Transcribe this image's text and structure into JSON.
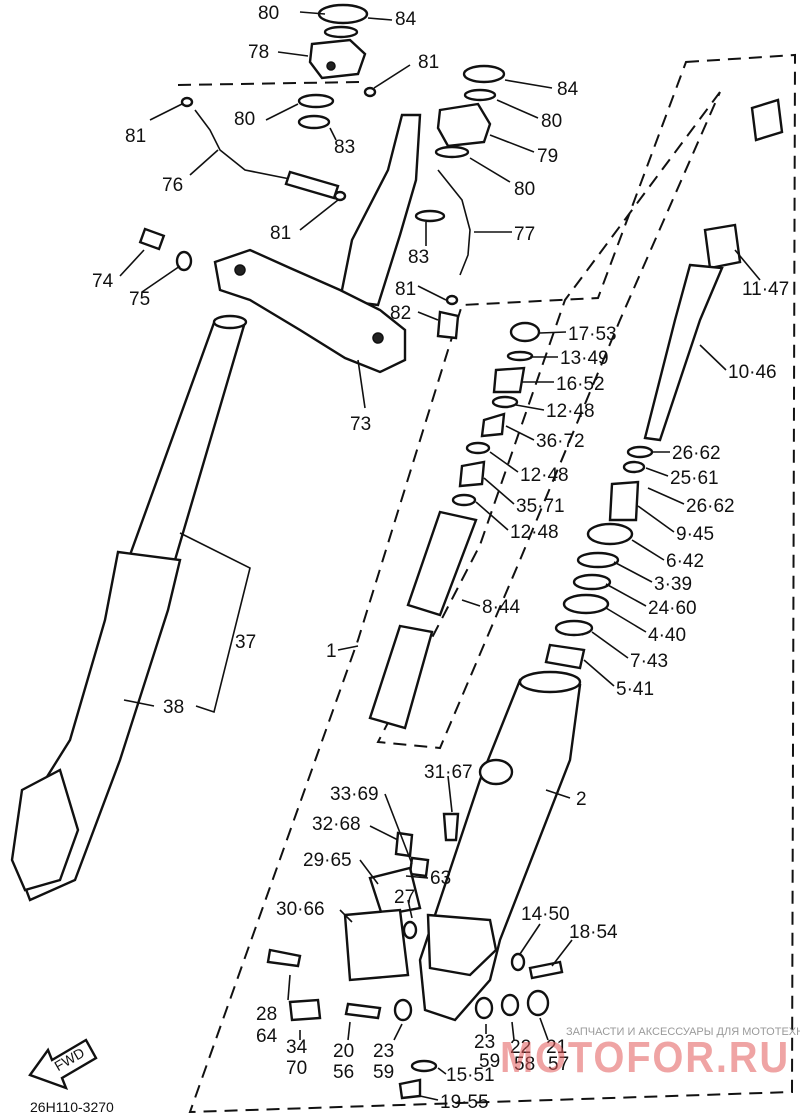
{
  "diagram_code": "26H110-3270",
  "watermark": {
    "caption": "ЗАПЧАСТИ И АКСЕССУАРЫ ДЛЯ МОТОТЕХНИКИ",
    "brand": "MOTOFOR.RU"
  },
  "fwd_label": "FWD",
  "callouts": {
    "c80a": "80",
    "c84a": "84",
    "c78": "78",
    "c81a": "81",
    "c84b": "84",
    "c81b": "81",
    "c80b": "80",
    "c80c": "80",
    "c83a": "83",
    "c79": "79",
    "c76": "76",
    "c80d": "80",
    "c81c": "81",
    "c77": "77",
    "c83b": "83",
    "c74": "74",
    "c75": "75",
    "c1147": "11·47",
    "c81d": "81",
    "c82": "82",
    "c1753": "17·53",
    "c1349": "13·49",
    "c1652": "16·52",
    "c73": "73",
    "c1046": "10·46",
    "c1248a": "12·48",
    "c3672": "36·72",
    "c2662a": "26·62",
    "c1248b": "12·48",
    "c2561": "25·61",
    "c3571": "35·71",
    "c2662b": "26·62",
    "c1248c": "12·48",
    "c945": "9·45",
    "c642": "6·42",
    "c339": "3·39",
    "c37": "37",
    "c844": "8·44",
    "c2460": "24·60",
    "c440": "4·40",
    "c1": "1",
    "c743": "7·43",
    "c38": "38",
    "c541": "5·41",
    "c3167": "31·67",
    "c3369": "33·69",
    "c2": "2",
    "c3268": "32·68",
    "c2965": "29·65",
    "c63": "63",
    "c27": "27",
    "c3066": "30·66",
    "c1450": "14·50",
    "c1854": "18·54",
    "c28": "28",
    "c64": "64",
    "c34": "34",
    "c70": "70",
    "c20": "20",
    "c56": "56",
    "c23a": "23",
    "c59a": "59",
    "c23b": "23",
    "c59b": "59",
    "c22": "22",
    "c58": "58",
    "c21": "21",
    "c57": "57",
    "c1551": "15·51",
    "c1955": "19·55"
  }
}
